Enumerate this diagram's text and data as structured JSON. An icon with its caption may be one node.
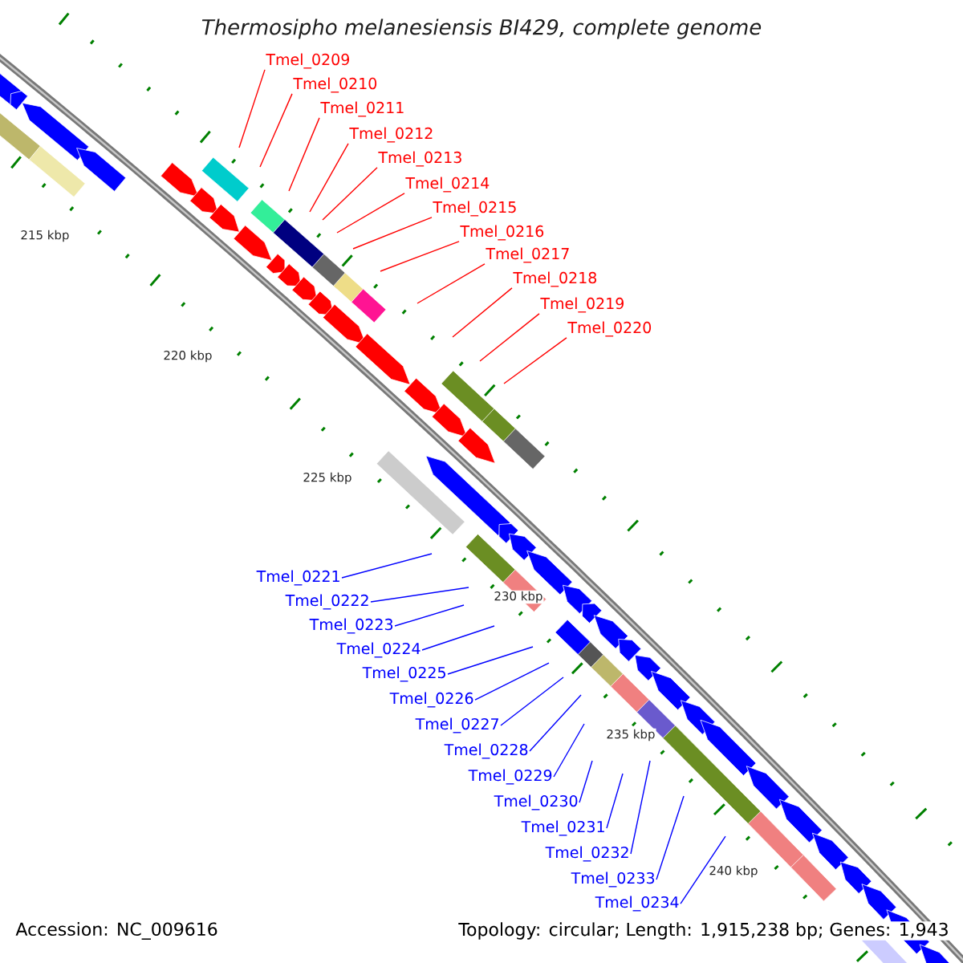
{
  "diagram": {
    "title": "Thermosipho melanesiensis BI429, complete genome",
    "nodes": [
      {
        "text": [
          "Tmel_0209"
        ]
      },
      {
        "text": [
          "Tmel_0210"
        ]
      },
      {
        "text": [
          "Tmel_0211"
        ]
      },
      {
        "text": [
          "Tmel_0212"
        ]
      },
      {
        "text": [
          "Tmel_0213"
        ]
      },
      {
        "text": [
          "Tmel_0214"
        ]
      },
      {
        "text": [
          "Tmel_0215"
        ]
      },
      {
        "text": [
          "Tmel_0216"
        ]
      },
      {
        "text": [
          "Tmel_0217"
        ]
      },
      {
        "text": [
          "Tmel_0218"
        ]
      },
      {
        "text": [
          "Tmel_0219"
        ]
      },
      {
        "text": [
          "Tmel_0220"
        ]
      },
      {
        "text": [
          "Tmel_0221"
        ]
      },
      {
        "text": [
          "Tmel_0222"
        ]
      },
      {
        "text": [
          "Tmel_0223"
        ]
      },
      {
        "text": [
          "Tmel_0224"
        ]
      },
      {
        "text": [
          "Tmel_0225"
        ]
      },
      {
        "text": [
          "Tmel_0226"
        ]
      },
      {
        "text": [
          "Tmel_0227"
        ]
      },
      {
        "text": [
          "Tmel_0228"
        ]
      },
      {
        "text": [
          "Tmel_0229"
        ]
      },
      {
        "text": [
          "Tmel_0230"
        ]
      },
      {
        "text": [
          "Tmel_0231"
        ]
      },
      {
        "text": [
          "Tmel_0232"
        ]
      },
      {
        "text": [
          "Tmel_0233"
        ]
      },
      {
        "text": [
          "Tmel_0234"
        ]
      }
    ],
    "edges": [
      {
        "from": 0,
        "to": null,
        "arrow": "none",
        "color": "#ff0000"
      },
      {
        "from": 1,
        "to": null,
        "arrow": "none",
        "color": "#ff0000"
      },
      {
        "from": 2,
        "to": null,
        "arrow": "none",
        "color": "#ff0000"
      },
      {
        "from": 3,
        "to": null,
        "arrow": "none",
        "color": "#ff0000"
      },
      {
        "from": 4,
        "to": null,
        "arrow": "none",
        "color": "#ff0000"
      },
      {
        "from": 5,
        "to": null,
        "arrow": "none",
        "color": "#ff0000"
      },
      {
        "from": 6,
        "to": null,
        "arrow": "none",
        "color": "#ff0000"
      },
      {
        "from": 7,
        "to": null,
        "arrow": "none",
        "color": "#ff0000"
      },
      {
        "from": 8,
        "to": null,
        "arrow": "none",
        "color": "#ff0000"
      },
      {
        "from": 9,
        "to": null,
        "arrow": "none",
        "color": "#ff0000"
      },
      {
        "from": 10,
        "to": null,
        "arrow": "none",
        "color": "#ff0000"
      },
      {
        "from": 11,
        "to": null,
        "arrow": "none",
        "color": "#ff0000"
      },
      {
        "from": 12,
        "to": null,
        "arrow": "none"
      },
      {
        "from": 13,
        "to": null,
        "arrow": "none"
      },
      {
        "from": 14,
        "to": null,
        "arrow": "none"
      },
      {
        "from": 15,
        "to": null,
        "arrow": "none"
      },
      {
        "from": 16,
        "to": null,
        "arrow": "none"
      },
      {
        "from": 17,
        "to": null,
        "arrow": "none"
      },
      {
        "from": 18,
        "to": null,
        "arrow": "none"
      },
      {
        "from": 19,
        "to": null,
        "arrow": "none"
      },
      {
        "from": 20,
        "to": null,
        "arrow": "none"
      },
      {
        "from": 21,
        "to": null,
        "arrow": "none"
      },
      {
        "from": 22,
        "to": null,
        "arrow": "none"
      },
      {
        "from": 23,
        "to": null,
        "arrow": "none"
      },
      {
        "from": 24,
        "to": null,
        "arrow": "none"
      },
      {
        "from": 25,
        "to": null,
        "arrow": "none"
      }
    ],
    "labels": [
      "215 kbp",
      "220 kbp",
      "225 kbp",
      "230 kbp",
      "235 kbp",
      "240 kbp",
      "Accession: NC_009616",
      "Topology: circular; Length: 1,915,238 bp; Genes: 1,943"
    ]
  }
}
